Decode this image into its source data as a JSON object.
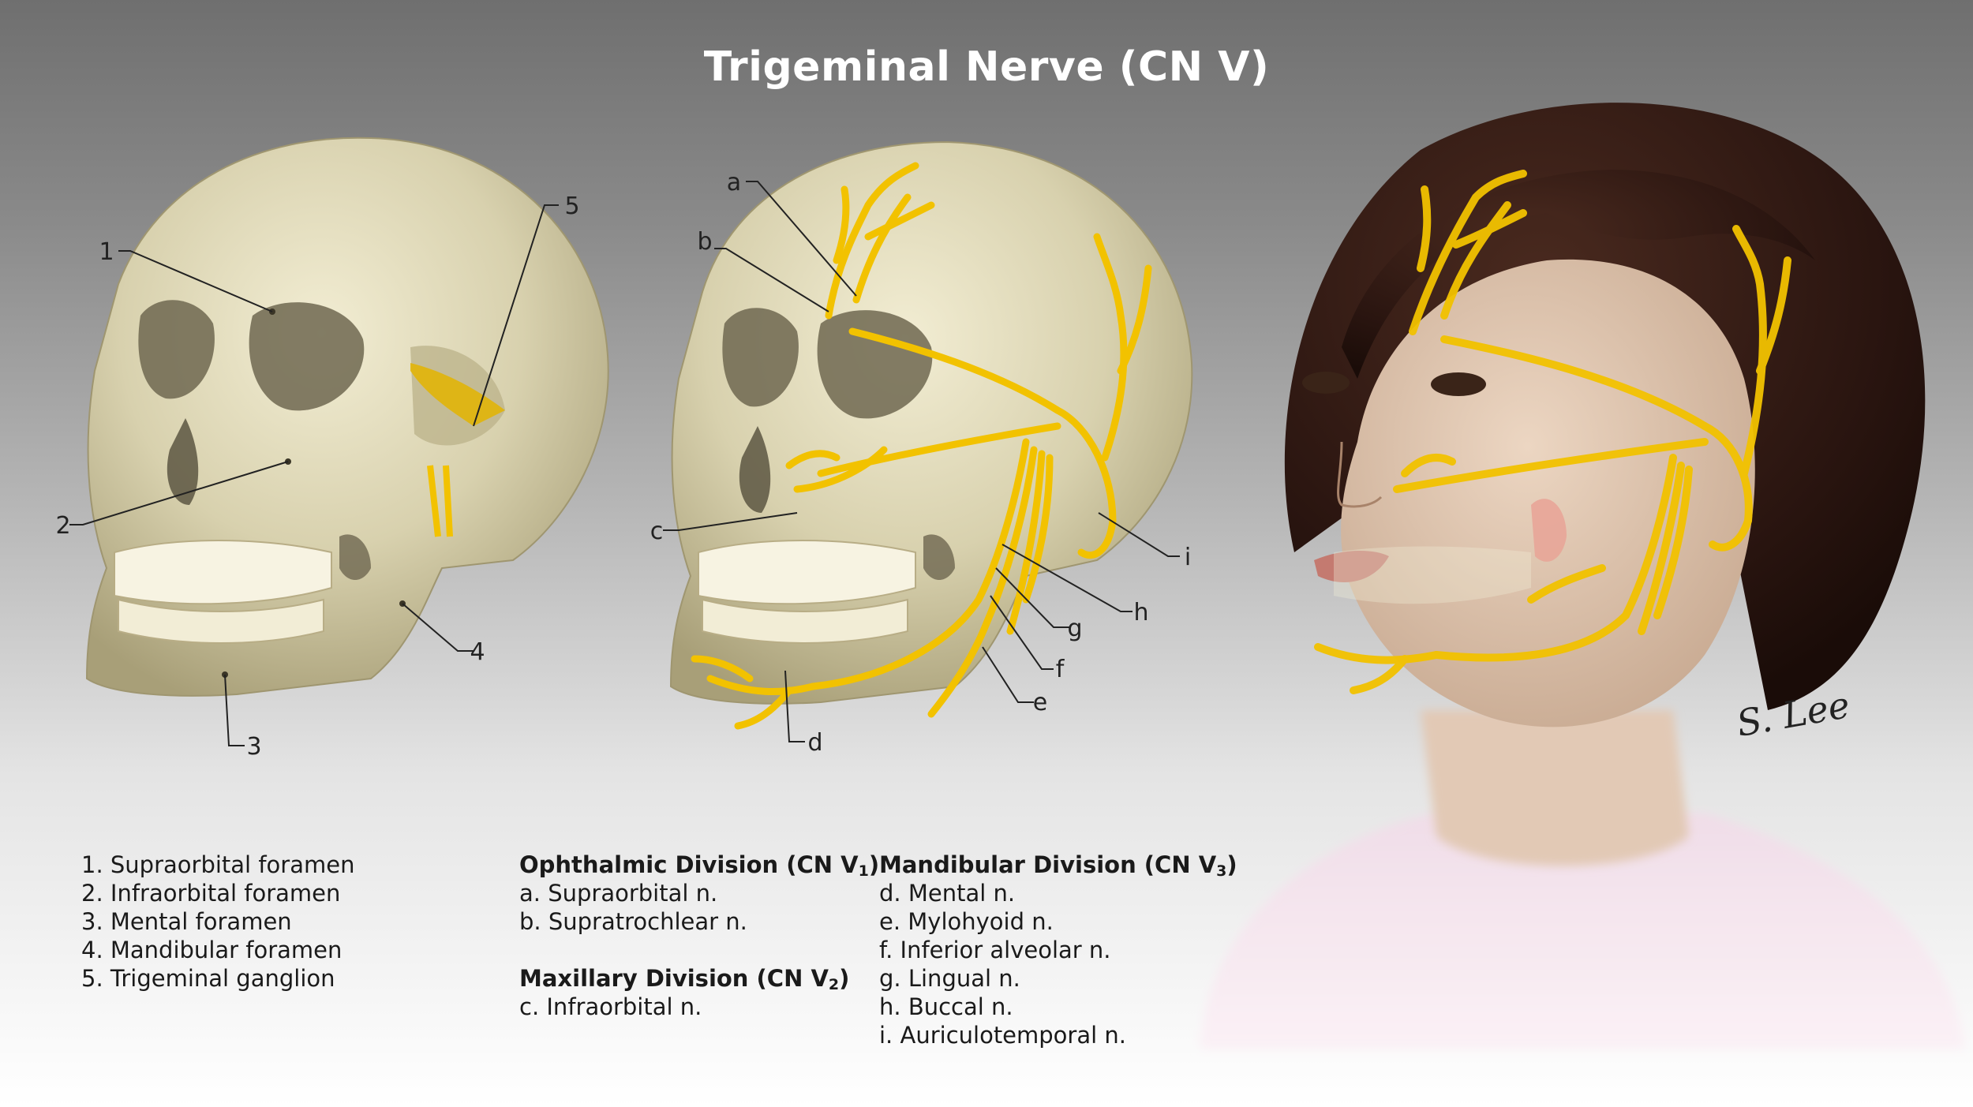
{
  "title": "Trigeminal Nerve (CN V)",
  "signature": "S. Lee",
  "skull_callouts": [
    "1",
    "2",
    "3",
    "4",
    "5"
  ],
  "nerve_callouts": [
    "a",
    "b",
    "c",
    "d",
    "e",
    "f",
    "g",
    "h",
    "i"
  ],
  "foramina_legend": [
    "1. Supraorbital foramen",
    "2. Infraorbital foramen",
    "3. Mental foramen",
    "4. Mandibular foramen",
    "5. Trigeminal ganglion"
  ],
  "ophthalmic": {
    "heading": "Ophthalmic Division (CN V",
    "sub": "1",
    "close": ")",
    "items": [
      "a. Supraorbital n.",
      "b. Supratrochlear n."
    ]
  },
  "maxillary": {
    "heading": "Maxillary Division (CN V",
    "sub": "2",
    "close": ")",
    "items": [
      "c. Infraorbital n."
    ]
  },
  "mandibular": {
    "heading": "Mandibular Division (CN V",
    "sub": "3",
    "close": ")",
    "items": [
      "d. Mental n.",
      "e. Mylohyoid n.",
      "f. Inferior alveolar n.",
      "g. Lingual n.",
      "h. Buccal n.",
      "i. Auriculotemporal n."
    ]
  },
  "colors": {
    "bone": "#d8d1ae",
    "nerve": "#f2c200",
    "hair": "#2a1510",
    "skin": "#e6c8b0",
    "shirt": "#f0dde8"
  }
}
